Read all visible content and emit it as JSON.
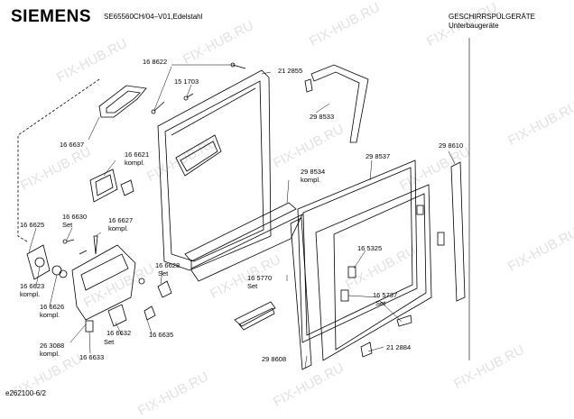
{
  "header": {
    "brand": "SIEMENS",
    "model": "SE65560CH/04–V01,Edelstahl",
    "category_line1": "GESCHIRRSPÜLGERÄTE",
    "category_line2": "Unterbaugeräte"
  },
  "footer": {
    "code": "e262100-6/2"
  },
  "watermark": "FIX-HUB.RU",
  "parts": [
    {
      "id": "p168622",
      "text": "16 8622"
    },
    {
      "id": "p151703",
      "text": "15 1703"
    },
    {
      "id": "p212855",
      "text": "21 2855"
    },
    {
      "id": "p298533",
      "text": "29 8533"
    },
    {
      "id": "p166637",
      "text": "16 6637"
    },
    {
      "id": "p166621",
      "text": "16 6621"
    },
    {
      "id": "p166621k",
      "text": "kompl."
    },
    {
      "id": "p298534",
      "text": "29 8534"
    },
    {
      "id": "p298534k",
      "text": "kompl."
    },
    {
      "id": "p298537",
      "text": "29 8537"
    },
    {
      "id": "p298610",
      "text": "29 8610"
    },
    {
      "id": "p166625",
      "text": "16 6625"
    },
    {
      "id": "p166630",
      "text": "16 6630"
    },
    {
      "id": "p166630s",
      "text": "Set"
    },
    {
      "id": "p166627",
      "text": "16 6627"
    },
    {
      "id": "p166627k",
      "text": "kompl."
    },
    {
      "id": "p166623",
      "text": "16 6623"
    },
    {
      "id": "p166623k",
      "text": "kompl."
    },
    {
      "id": "p166628",
      "text": "16 6628"
    },
    {
      "id": "p166628s",
      "text": "Set"
    },
    {
      "id": "p165325",
      "text": "16 5325"
    },
    {
      "id": "p165770",
      "text": "16 5770"
    },
    {
      "id": "p165770s",
      "text": "Set"
    },
    {
      "id": "p165737",
      "text": "16 5737"
    },
    {
      "id": "p165737s",
      "text": "Set"
    },
    {
      "id": "p166626",
      "text": "16 6626"
    },
    {
      "id": "p166626k",
      "text": "kompl."
    },
    {
      "id": "p166632",
      "text": "16 6632"
    },
    {
      "id": "p166632s",
      "text": "Set"
    },
    {
      "id": "p166635",
      "text": "16 6635"
    },
    {
      "id": "p263088",
      "text": "26 3088"
    },
    {
      "id": "p263088k",
      "text": "kompl."
    },
    {
      "id": "p166633",
      "text": "16 6633"
    },
    {
      "id": "p298608",
      "text": "29 8608"
    },
    {
      "id": "p212884",
      "text": "21 2884"
    }
  ]
}
